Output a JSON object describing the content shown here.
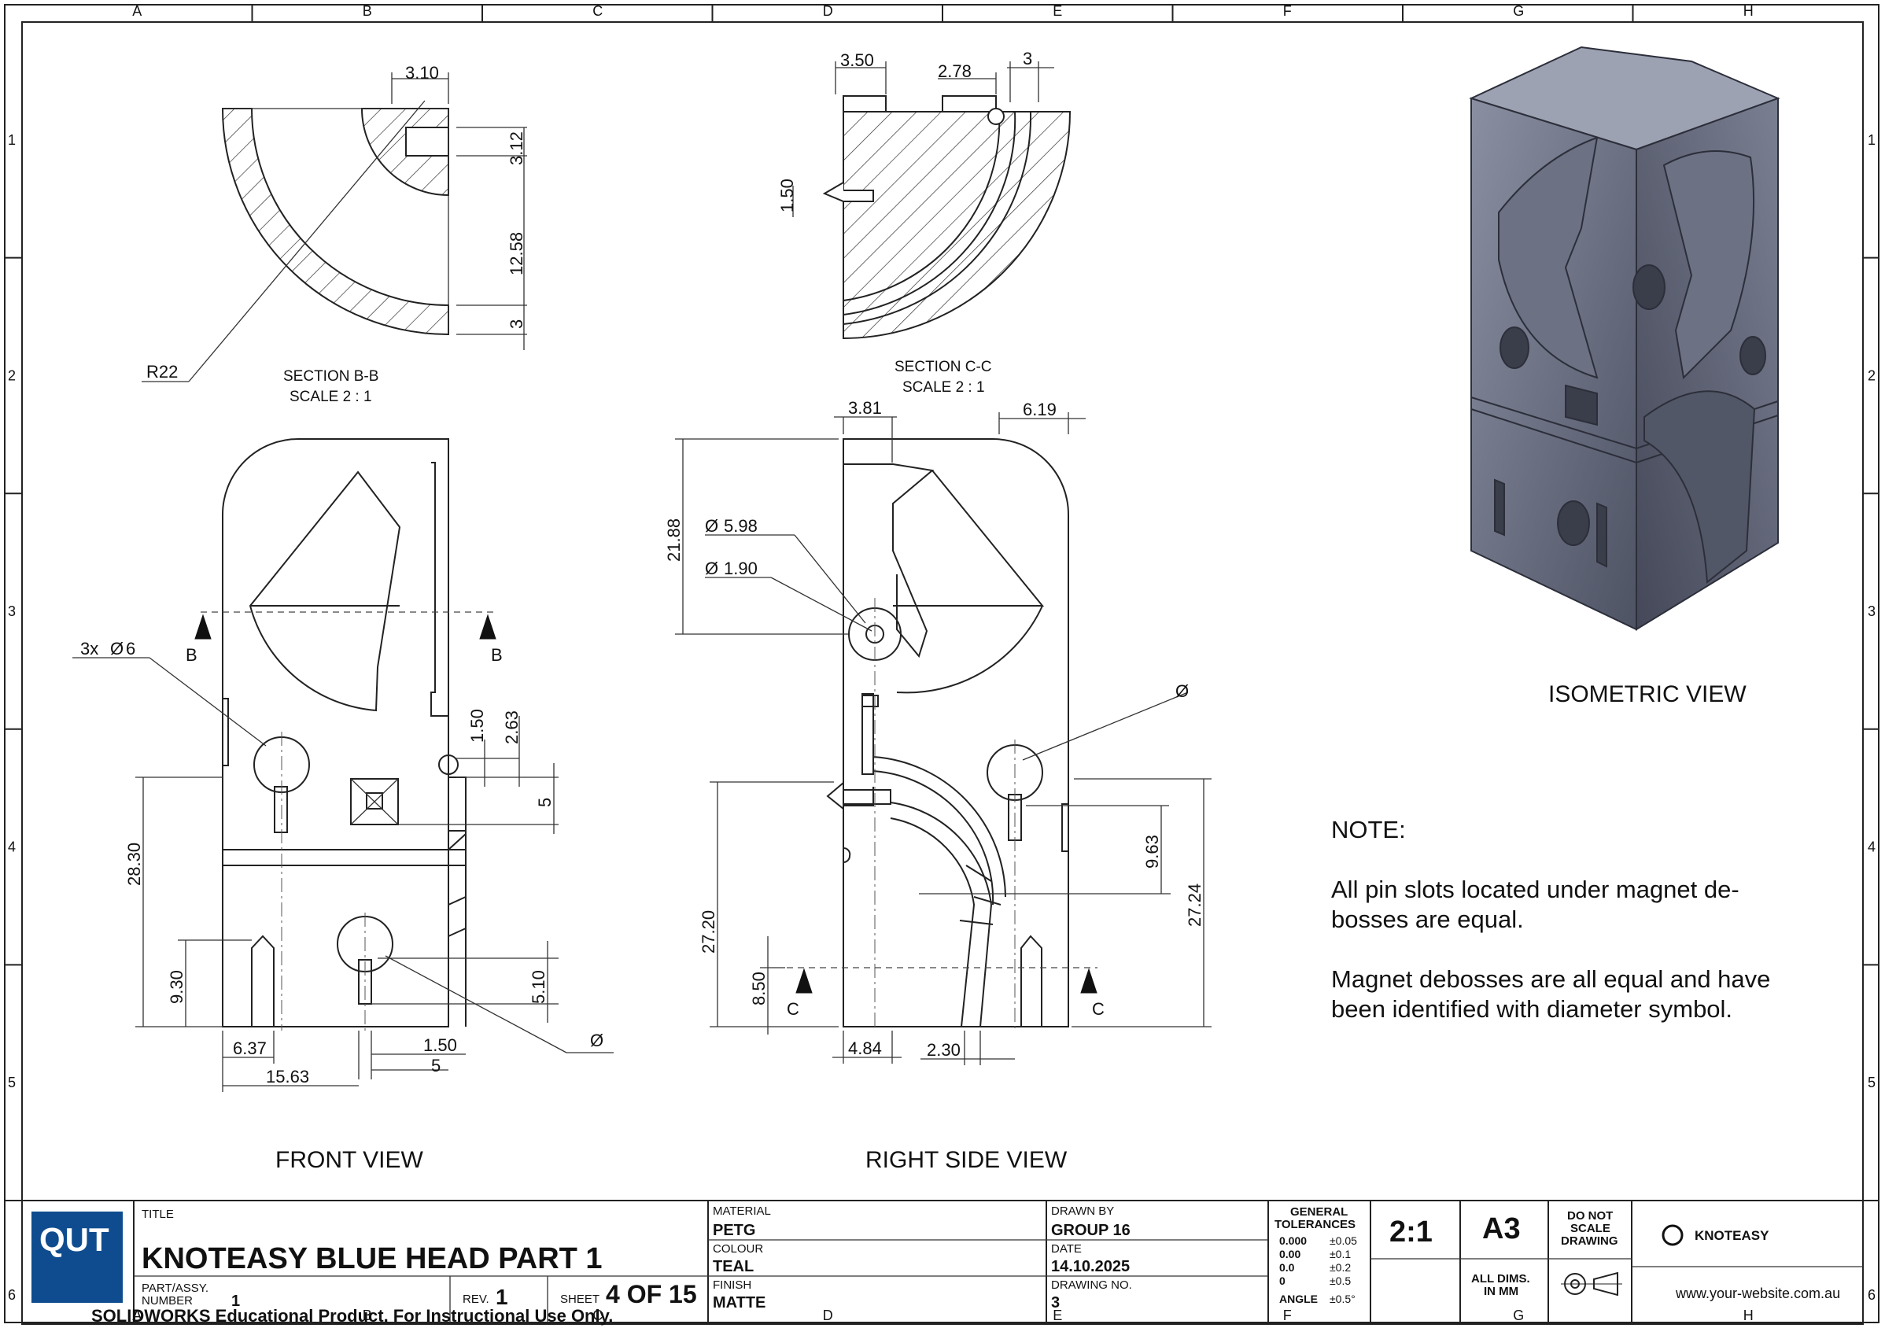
{
  "border": {
    "columns": [
      "A",
      "B",
      "C",
      "D",
      "E",
      "F",
      "G",
      "H"
    ],
    "rows": [
      "1",
      "2",
      "3",
      "4",
      "5",
      "6"
    ]
  },
  "views": {
    "section_bb": {
      "title": "SECTION B-B",
      "scale": "SCALE 2 : 1"
    },
    "section_cc": {
      "title": "SECTION C-C",
      "scale": "SCALE 2 : 1"
    },
    "front": {
      "title": "FRONT VIEW"
    },
    "right": {
      "title": "RIGHT SIDE VIEW"
    },
    "iso": {
      "title": "ISOMETRIC VIEW"
    }
  },
  "dims": {
    "bb": [
      "3.10",
      "3.12",
      "12.58",
      "3",
      "R22"
    ],
    "cc": [
      "3.50",
      "2.78",
      "3",
      "1.50"
    ],
    "front": [
      "3x",
      "6",
      "B",
      "B",
      "1.50",
      "2.63",
      "5",
      "28.30",
      "9.30",
      "5.10",
      "6.37",
      "15.63",
      "1.50",
      "5",
      "Ø"
    ],
    "right": [
      "3.81",
      "6.19",
      "21.88",
      "5.98",
      "1.90",
      "Ø",
      "9.63",
      "27.24",
      "27.20",
      "8.50",
      "C",
      "C",
      "4.84",
      "2.30"
    ]
  },
  "note": {
    "heading": "NOTE:",
    "p1": "All pin slots located under magnet de-bosses are equal.",
    "p2": "Magnet debosses are all equal and have been identified with diameter symbol."
  },
  "title_block": {
    "logo": "QUT",
    "title_label": "TITLE",
    "title": "KNOTEASY BLUE HEAD PART 1",
    "part_label_1": "PART/ASSY.",
    "part_label_2": "NUMBER",
    "part_number": "1",
    "rev_label": "REV.",
    "rev": "1",
    "sheet_label": "SHEET",
    "sheet": "4 OF 15",
    "material_label": "MATERIAL",
    "material": "PETG",
    "colour_label": "COLOUR",
    "colour": "TEAL",
    "finish_label": "FINISH",
    "finish": "MATTE",
    "drawn_by_label": "DRAWN BY",
    "drawn_by": "GROUP 16",
    "date_label": "DATE",
    "date": "14.10.2025",
    "drawing_no_label": "DRAWING NO.",
    "drawing_no": "3",
    "gen_tol_1": "GENERAL",
    "gen_tol_2": "TOLERANCES",
    "tol_rows": [
      [
        "0.000",
        "±0.05"
      ],
      [
        "0.00",
        "±0.1"
      ],
      [
        "0.0",
        "±0.2"
      ],
      [
        "0",
        "±0.5"
      ]
    ],
    "angle_label": "ANGLE",
    "angle_tol": "±0.5°",
    "scale": "2:1",
    "size": "A3",
    "dns_1": "DO NOT",
    "dns_2": "SCALE",
    "dns_3": "DRAWING",
    "units_1": "ALL DIMS.",
    "units_2": "IN MM",
    "company": "KNOTEASY",
    "website": "www.your-website.com.au"
  },
  "watermark": "SOLIDWORKS Educational Product. For Instructional Use Only.",
  "colors": {
    "iso_body": "#5d6375",
    "iso_dark": "#3e4252",
    "iso_light": "#8e93a6",
    "logo_bg": "#0f4c8f"
  }
}
